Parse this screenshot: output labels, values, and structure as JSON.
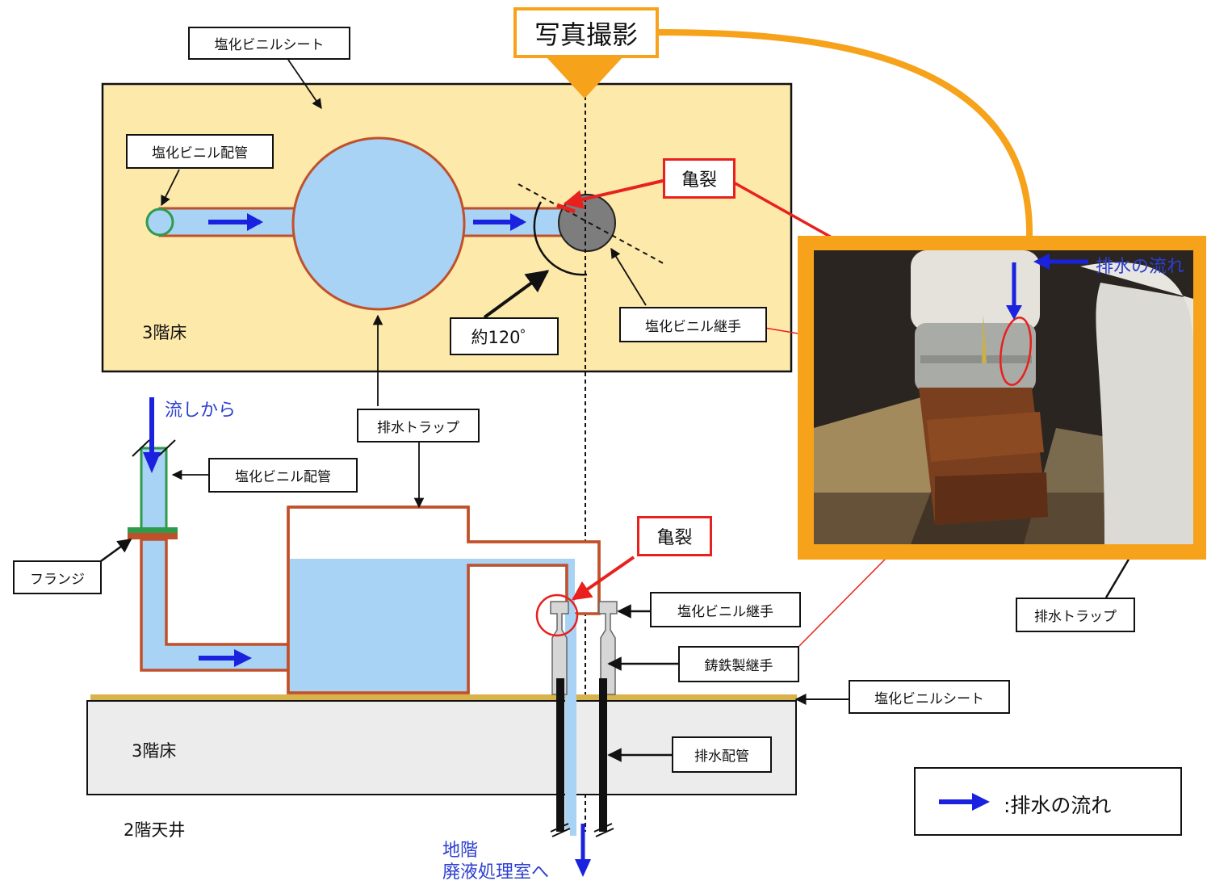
{
  "title_box": "写真撮影",
  "top_view": {
    "sheet_label": "塩化ビニルシート",
    "pipe_label": "塩化ビニル配管",
    "crack_label": "亀裂",
    "angle_label": "約120゜",
    "joint_label": "塩化ビニル継手",
    "floor_label": "3階床"
  },
  "side_view": {
    "inflow_label": "流しから",
    "pipe_label": "塩化ビニル配管",
    "flange_label": "フランジ",
    "trap_label": "排水トラップ",
    "crack_label": "亀裂",
    "pvc_joint_label": "塩化ビニル継手",
    "iron_joint_label": "鋳鉄製継手",
    "sheet_label": "塩化ビニルシート",
    "drain_pipe_label": "排水配管",
    "floor_label": "3階床",
    "ceiling_label": "2階天井",
    "destination_line1": "地階",
    "destination_line2": "廃液処理室へ"
  },
  "photo": {
    "flow_label": "排水の流れ",
    "trap_label": "排水トラップ"
  },
  "legend": {
    "label": ":排水の流れ"
  },
  "colors": {
    "sheet_fill": "#fde9a9",
    "water": "#a8d3f5",
    "pipe_wall": "#c0502a",
    "crack_red": "#e8201e",
    "flow_arrow": "#1a22e0",
    "photo_frame": "#f7a21b",
    "floor_slab": "#ececec"
  }
}
